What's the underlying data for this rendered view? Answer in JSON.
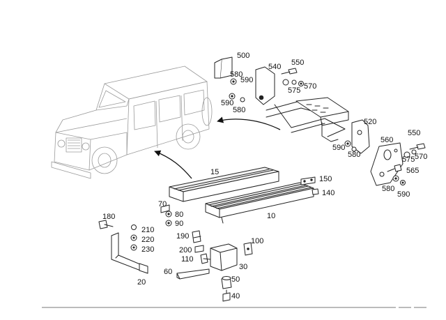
{
  "labels": {
    "p10": "10",
    "p15": "15",
    "p20": "20",
    "p30": "30",
    "p40": "40",
    "p50": "50",
    "p60": "60",
    "p70": "70",
    "p80": "80",
    "p90": "90",
    "p100": "100",
    "p110": "110",
    "p140": "140",
    "p150": "150",
    "p180": "180",
    "p190": "190",
    "p200": "200",
    "p210": "210",
    "p220": "220",
    "p230": "230",
    "p500": "500",
    "p520": "520",
    "p540": "540",
    "p550a": "550",
    "p550b": "550",
    "p560": "560",
    "p565": "565",
    "p570a": "570",
    "p570b": "570",
    "p575a": "575",
    "p575b": "575",
    "p580a": "580",
    "p580b": "580",
    "p580c": "580",
    "p580d": "580",
    "p590a": "590",
    "p590b": "590",
    "p590c": "590",
    "p590d": "590"
  }
}
